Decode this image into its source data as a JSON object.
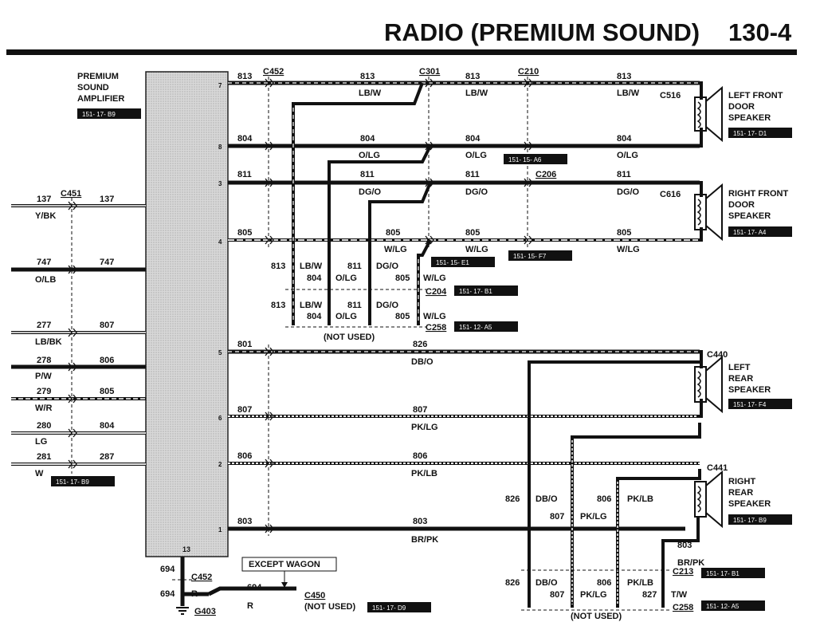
{
  "page": {
    "title": "RADIO (PREMIUM SOUND)",
    "number": "130-4"
  },
  "amplifier": {
    "label1": "PREMIUM",
    "label2": "SOUND",
    "label3": "AMPLIFIER",
    "ref": "151- 17- B9",
    "pin_ground": "13"
  },
  "pins": [
    "7",
    "8",
    "3",
    "4",
    "5",
    "6",
    "2",
    "1"
  ],
  "connectors": {
    "c452_top": "C452",
    "c301": "C301",
    "c210": "C210",
    "c206": "C206",
    "c516": "C516",
    "c616": "C616",
    "c451": "C451",
    "c440": "C440",
    "c441": "C441",
    "c204": "C204",
    "c258a": "C258",
    "c452_bot": "C452",
    "c450": "C450",
    "c213": "C213",
    "c258b": "C258",
    "g403": "G403"
  },
  "wires_right": [
    {
      "circuit": "813",
      "color": "LB/W"
    },
    {
      "circuit": "804",
      "color": "O/LG"
    },
    {
      "circuit": "811",
      "color": "DG/O"
    },
    {
      "circuit": "805",
      "color": "W/LG"
    }
  ],
  "wires_rear": [
    {
      "circuit_left": "801",
      "circuit": "826",
      "color": "DB/O"
    },
    {
      "circuit_left": "807",
      "circuit": "807",
      "color": "PK/LG"
    },
    {
      "circuit_left": "806",
      "circuit": "806",
      "color": "PK/LB"
    },
    {
      "circuit_left": "803",
      "circuit": "803",
      "color": "BR/PK"
    }
  ],
  "left_inputs": [
    {
      "circuit": "137",
      "color": "Y/BK",
      "out": "137"
    },
    {
      "circuit": "747",
      "color": "O/LB",
      "out": "747"
    },
    {
      "circuit": "277",
      "color": "LB/BK",
      "out": "807"
    },
    {
      "circuit": "278",
      "color": "P/W",
      "out": "806"
    },
    {
      "circuit": "279",
      "color": "W/R",
      "out": "805"
    },
    {
      "circuit": "280",
      "color": "LG",
      "out": "804"
    },
    {
      "circuit": "281",
      "color": "W",
      "out": "287"
    }
  ],
  "left_ref": "151- 17- B9",
  "speakers": {
    "lf1": "LEFT FRONT",
    "lf2": "DOOR",
    "lf3": "SPEAKER",
    "lf_ref": "151- 17- D1",
    "rf1": "RIGHT FRONT",
    "rf2": "DOOR",
    "rf3": "SPEAKER",
    "rf_ref": "151- 17- A4",
    "lr1": "LEFT",
    "lr2": "REAR",
    "lr3": "SPEAKER",
    "lr_ref": "151- 17- F4",
    "rr1": "RIGHT",
    "rr2": "REAR",
    "rr3": "SPEAKER",
    "rr_ref": "151- 17- B9"
  },
  "refs": {
    "c210_ref": "151- 15- A6",
    "c301_ref": "151- 15- E1",
    "c206_ref": "151- 15- F7",
    "c204_ref": "151- 17- B1",
    "c258a_ref": "151- 12- A5",
    "c450_ref": "151- 17- D9",
    "c213_ref": "151- 17- B1",
    "c258b_ref": "151- 12- A5"
  },
  "front_tap": [
    {
      "circuit": "813",
      "color": "LB/W"
    },
    {
      "circuit": "804",
      "color": "O/LG"
    },
    {
      "circuit": "811",
      "color": "DG/O"
    },
    {
      "circuit": "805",
      "color": "W/LG"
    }
  ],
  "not_used": "(NOT USED)",
  "rear_tap": [
    {
      "circuit": "826",
      "color": "DB/O"
    },
    {
      "circuit": "807",
      "color": "PK/LG"
    },
    {
      "circuit": "806",
      "color": "PK/LB"
    }
  ],
  "rear_tap_extra": {
    "circuit": "827",
    "color": "T/W"
  },
  "rr_feed": {
    "circuit": "803",
    "color": "BR/PK"
  },
  "ground": {
    "circuit": "694",
    "color": "R"
  },
  "except_wagon": "EXCEPT WAGON",
  "c450_not_used": "(NOT USED)"
}
